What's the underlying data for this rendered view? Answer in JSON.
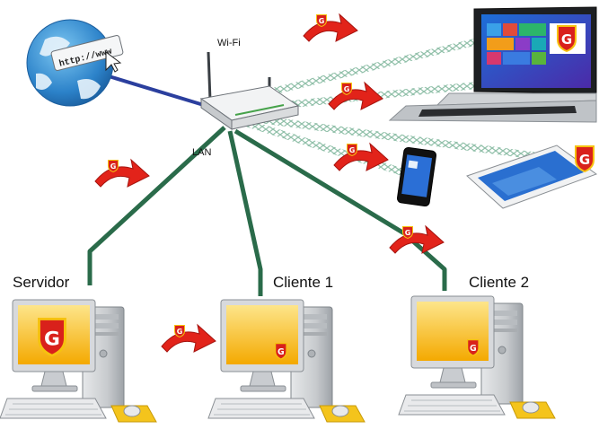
{
  "labels": {
    "wifi": "Wi-Fi",
    "lan": "LAN",
    "servidor": "Servidor",
    "cliente1": "Cliente 1",
    "cliente2": "Cliente 2"
  },
  "internet_globe": {
    "url_text": "http://www"
  },
  "brand": {
    "logo_letter": "G",
    "logo_red": "#d9211b",
    "logo_yellow": "#f6c20f"
  },
  "colors": {
    "lan_cable": "#2a6b4a",
    "wan_cable": "#2b3f9e",
    "wifi_signal": "#8fbfa8",
    "arrow": "#e2231a",
    "monitor_screen": "#f4b400"
  },
  "icons": [
    "globe-icon",
    "router-icon",
    "laptop-icon",
    "tablet-icon",
    "smartphone-icon",
    "desktop-computer-icon",
    "shield-logo-icon",
    "arrow-icon"
  ]
}
